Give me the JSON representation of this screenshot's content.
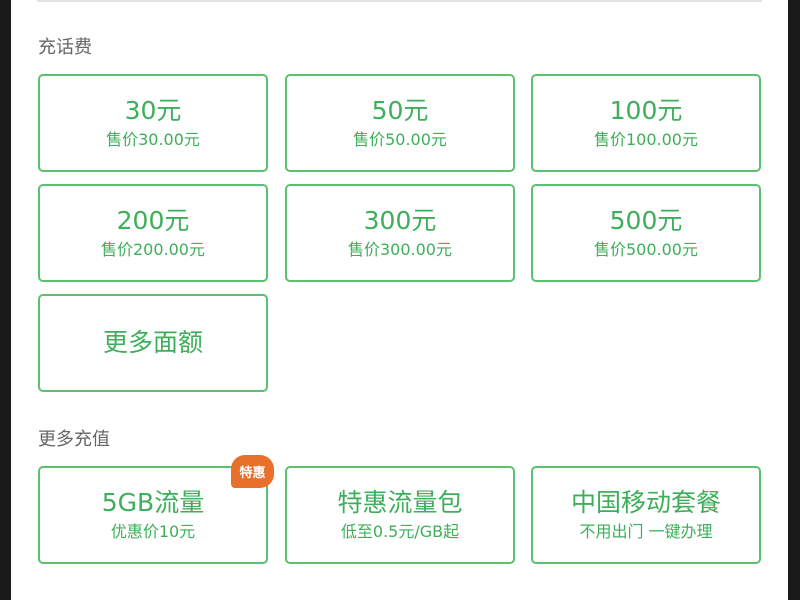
{
  "recharge": {
    "title": "充话费",
    "items": [
      {
        "amount": "30元",
        "price": "售价30.00元"
      },
      {
        "amount": "50元",
        "price": "售价50.00元"
      },
      {
        "amount": "100元",
        "price": "售价100.00元"
      },
      {
        "amount": "200元",
        "price": "售价200.00元"
      },
      {
        "amount": "300元",
        "price": "售价300.00元"
      },
      {
        "amount": "500元",
        "price": "售价500.00元"
      }
    ],
    "more": "更多面额"
  },
  "more_recharge": {
    "title": "更多充值",
    "items": [
      {
        "title": "5GB流量",
        "sub": "优惠价10元",
        "badge": "特惠"
      },
      {
        "title": "特惠流量包",
        "sub": "低至0.5元/GB起"
      },
      {
        "title": "中国移动套餐",
        "sub": "不用出门 一键办理"
      }
    ]
  },
  "colors": {
    "accent": "#3daf5a",
    "badge": "#e8702a"
  }
}
